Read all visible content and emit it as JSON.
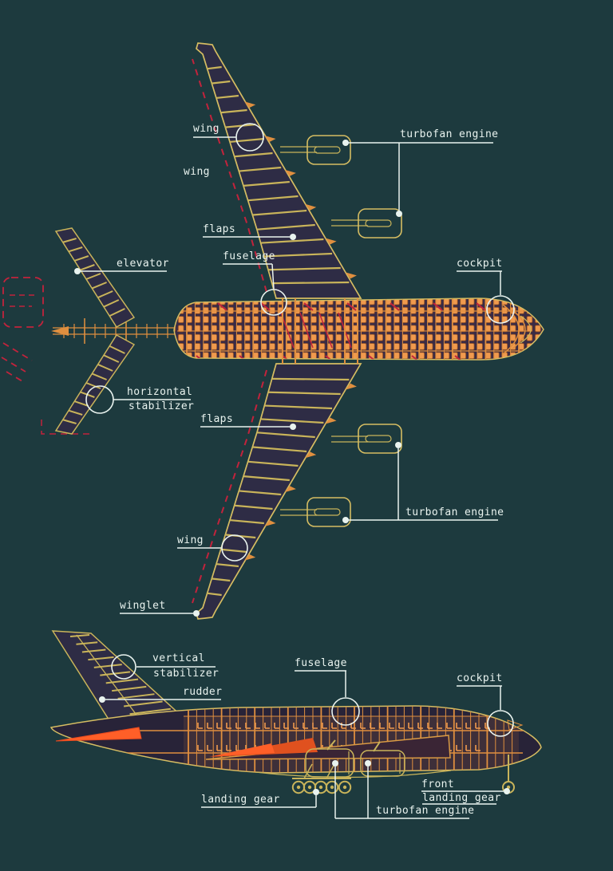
{
  "colors": {
    "bg": "#1d3a3e",
    "call": "#e9f3ef",
    "outline": "#d6bd62",
    "rib": "#c9b45a",
    "orange": "#e08f3f",
    "seat": "#f09a4e",
    "seatgap": "#3a2b45",
    "red": "#c2233c",
    "hot": "#ff5f28",
    "wingfill": "#2e2c45"
  },
  "diagram": {
    "top_view": {
      "labels": {
        "wing_upper": "wing",
        "wing_plain": "wing",
        "flaps_upper": "flaps",
        "fuselage": "fuselage",
        "elevator": "elevator",
        "turbofan_upper": "turbofan engine",
        "cockpit": "cockpit",
        "horizontal_stabilizer_line1": "horizontal",
        "horizontal_stabilizer_line2": "stabilizer",
        "flaps_lower": "flaps",
        "turbofan_lower": "turbofan engine",
        "wing_lower": "wing",
        "winglet": "winglet"
      }
    },
    "side_view": {
      "labels": {
        "vertical_stabilizer_line1": "vertical",
        "vertical_stabilizer_line2": "stabilizer",
        "rudder": "rudder",
        "fuselage": "fuselage",
        "cockpit": "cockpit",
        "landing_gear": "landing gear",
        "front_landing_gear_line1": "front",
        "front_landing_gear_line2": "landing gear",
        "turbofan": "turbofan engine"
      }
    }
  }
}
